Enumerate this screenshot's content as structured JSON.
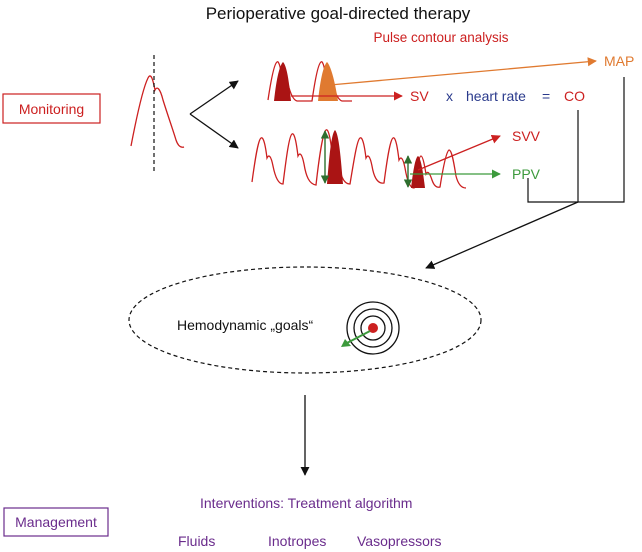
{
  "title": "Perioperative goal-directed therapy",
  "subtitle": "Pulse contour analysis",
  "boxes": {
    "monitoring": "Monitoring",
    "management": "Management"
  },
  "equation": {
    "sv": "SV",
    "times": "x",
    "heart_rate": "heart rate",
    "equals": "=",
    "co": "CO"
  },
  "outputs": {
    "map": "MAP",
    "svv": "SVV",
    "ppv": "PPV"
  },
  "goals_label": "Hemodynamic „goals“",
  "interventions": {
    "heading": "Interventions: Treatment algorithm",
    "items": [
      "Fluids",
      "Inotropes",
      "Vasopressors"
    ]
  },
  "colors": {
    "red": "#cc2020",
    "dark_red": "#aa1414",
    "orange": "#e07a30",
    "green": "#3c9a3c",
    "dark_green": "#2e6e2e",
    "blue": "#2a3a8c",
    "purple": "#6a2c8c",
    "black": "#111111"
  }
}
